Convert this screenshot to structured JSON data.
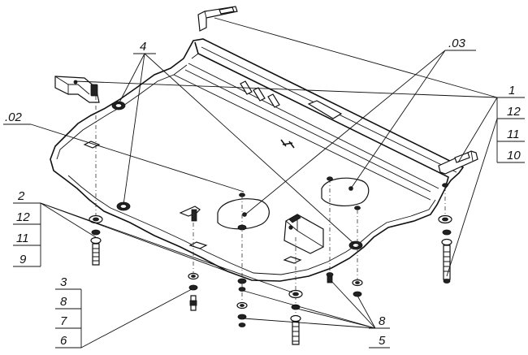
{
  "callouts": {
    "c_02": ".02",
    "c_03": ".03",
    "c_4": "4",
    "c_1": "1",
    "c_1_12": "12",
    "c_1_11": "11",
    "c_1_10": "10",
    "c_2": "2",
    "c_2_12": "12",
    "c_2_11": "11",
    "c_2_9": "9",
    "c_3": "3",
    "c_3_8": "8",
    "c_3_7": "7",
    "c_3_6": "6",
    "c_8": "8",
    "c_5": "5"
  }
}
